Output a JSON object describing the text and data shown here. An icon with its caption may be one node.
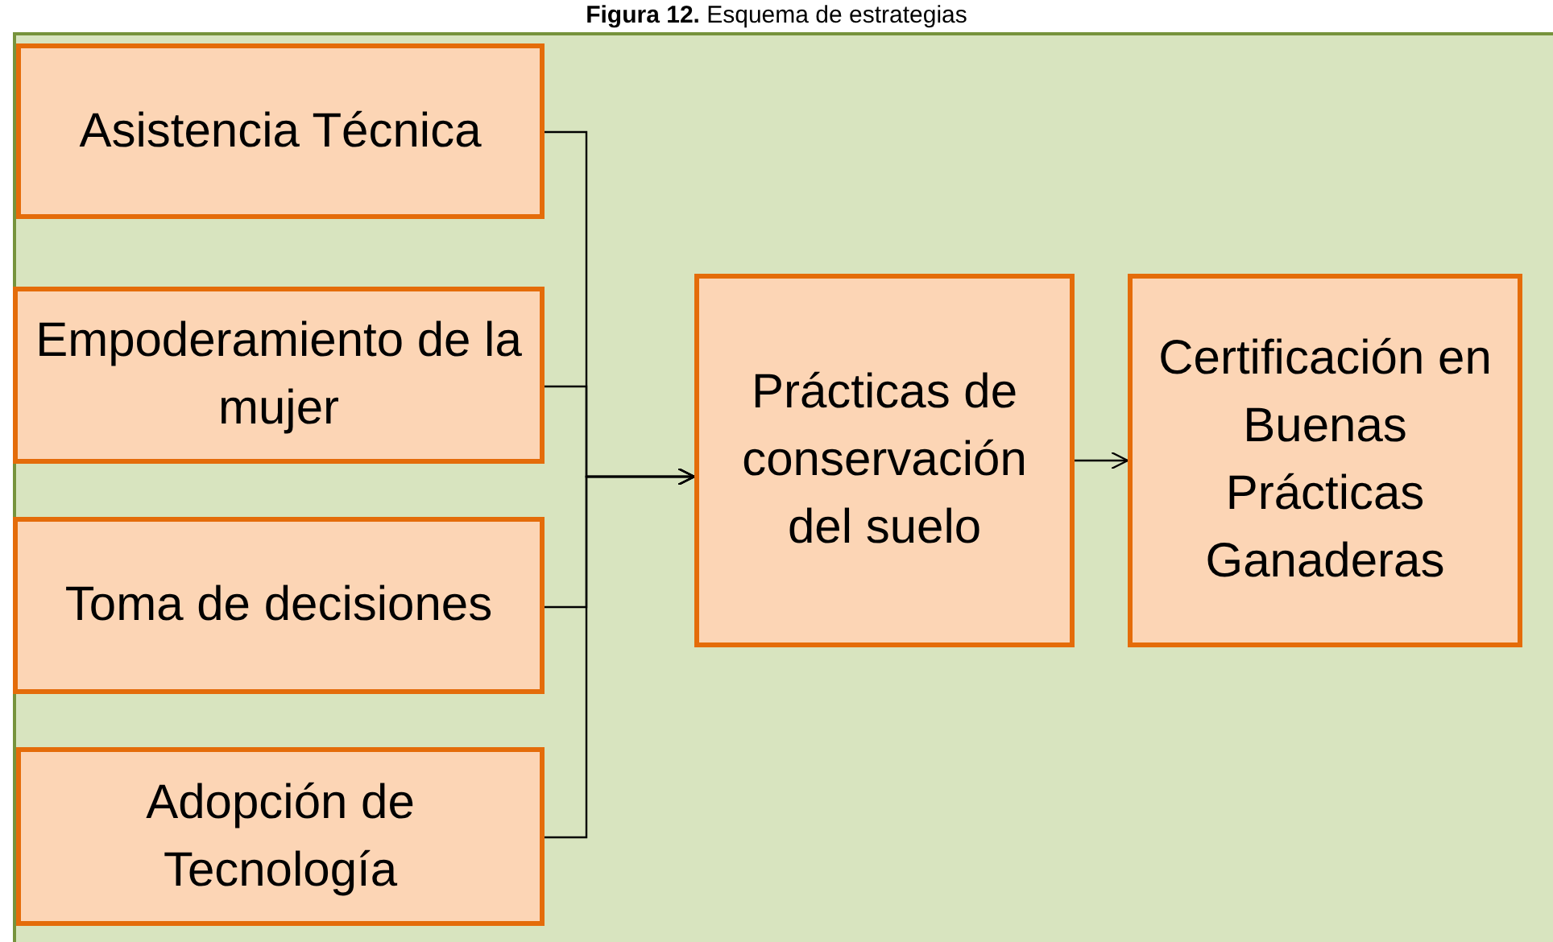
{
  "diagram": {
    "title": "**Figura 12.** Esquema de estrategias",
    "nodes": [
      {
        "text": [
          "Asistencia Técnica"
        ]
      },
      {
        "text": [
          "Empoderamiento de la mujer"
        ]
      },
      {
        "text": [
          "Toma de decisiones"
        ]
      },
      {
        "text": [
          "Adopción de Tecnología"
        ]
      },
      {
        "text": [
          "Prácticas de conservación del suelo"
        ]
      },
      {
        "text": [
          "Certificación en Buenas Prácticas Ganaderas"
        ]
      }
    ],
    "edges": [
      {
        "from": 0,
        "to": 4,
        "arrow": "to"
      },
      {
        "from": 1,
        "to": 4,
        "arrow": "to"
      },
      {
        "from": 2,
        "to": 4,
        "arrow": "to"
      },
      {
        "from": 3,
        "to": 4,
        "arrow": "to"
      },
      {
        "from": 4,
        "to": 5,
        "arrow": "to"
      }
    ]
  }
}
